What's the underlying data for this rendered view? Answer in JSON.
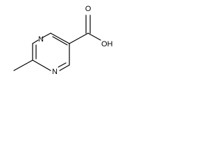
{
  "labels": {
    "ring_n_top": "N",
    "ring_n_bottom": "N",
    "carbonyl_o": "O",
    "hydroxyl": "OH"
  },
  "colors": {
    "bond": "#000000",
    "text": "#000000",
    "background": "#ffffff"
  }
}
